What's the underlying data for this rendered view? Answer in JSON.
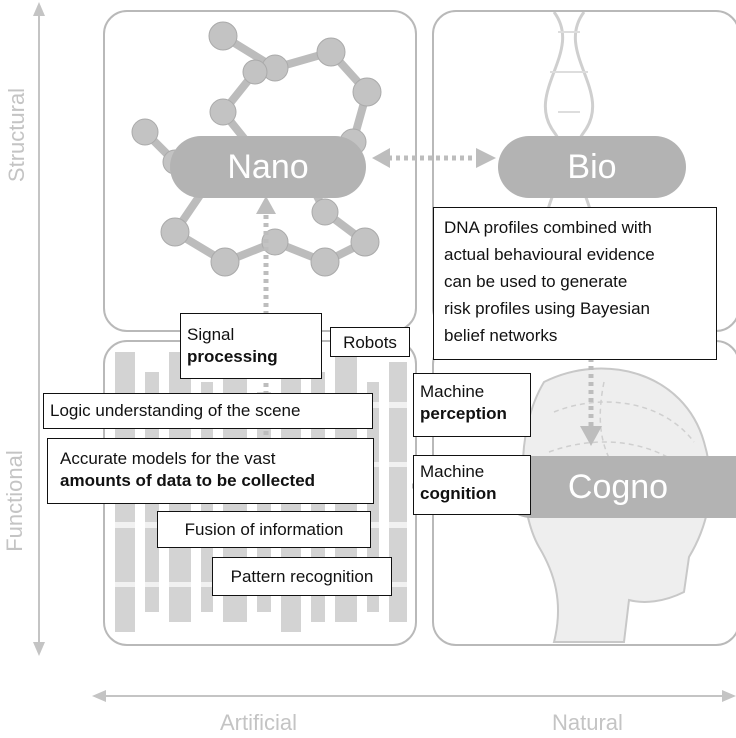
{
  "axes": {
    "y_top": "Structural",
    "y_bottom": "Functional",
    "x_left": "Artificial",
    "x_right": "Natural"
  },
  "domains": {
    "nano": "Nano",
    "bio": "Bio",
    "cogno": "Cogno"
  },
  "notes": {
    "signal_processing": {
      "line1": "Signal",
      "line2": "processing"
    },
    "robots": "Robots",
    "logic": "Logic understanding of the scene",
    "accurate_models": {
      "line1": "Accurate models for the vast",
      "line2": "amounts of data to be collected"
    },
    "fusion": "Fusion of information",
    "pattern": "Pattern recognition",
    "machine_perception": {
      "line1": "Machine",
      "line2": "perception"
    },
    "machine_cognition": {
      "line1": "Machine",
      "line2": "cognition"
    },
    "dna": [
      "DNA profiles combined with",
      "actual behavioural evidence",
      "can be used to generate",
      "risk profiles using Bayesian",
      "belief networks"
    ]
  },
  "colors": {
    "pill": "#b3b3b3",
    "axis": "#c4c4c4",
    "frame": "#b9b9b9",
    "arrow": "#bdbdbd"
  }
}
